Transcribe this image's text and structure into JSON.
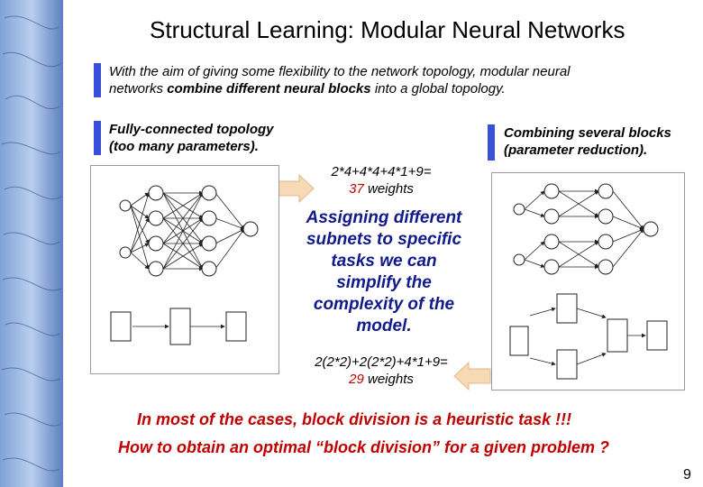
{
  "slide": {
    "title": "Structural Learning: Modular Neural Networks",
    "intro_pre": "With the aim of giving some flexibility to the network topology, modular neural networks ",
    "intro_bold": "combine different neural blocks",
    "intro_post": " into a global topology.",
    "left_label_line1": "Fully-connected topology",
    "left_label_line2": "(too many parameters).",
    "right_label_line1": "Combining several blocks",
    "right_label_line2": "(parameter reduction).",
    "calc_top_formula": "2*4+4*4+4*1+9=",
    "calc_top_number": "37",
    "calc_top_unit": " weights",
    "assign_text": "Assigning different subnets to specific tasks we can simplify the complexity of the model.",
    "calc_bottom_formula": "2(2*2)+2(2*2)+4*1+9=",
    "calc_bottom_number": "29",
    "calc_bottom_unit": " weights",
    "note1": "In most of the cases, block division is a heuristic task !!!",
    "note2": "How to obtain an optimal “block division” for a given problem ?",
    "page_number": "9"
  },
  "colors": {
    "bullet_bar": "#3a4fd9",
    "accent_red": "#c00000",
    "assign_blue": "#111a8a",
    "arrow_fill": "#f6d9b5"
  }
}
